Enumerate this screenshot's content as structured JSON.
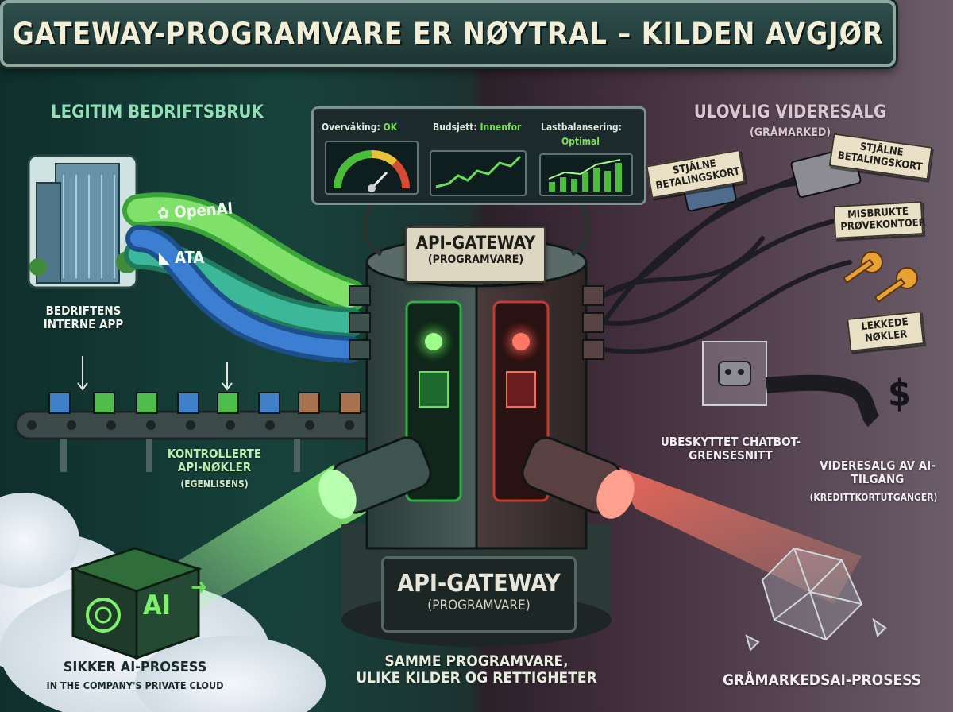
{
  "title": "GATEWAY-PROGRAMVARE ER NØYTRAL – KILDEN AVGJØR",
  "left": {
    "heading": "LEGITIM BEDRIFTSBRUK",
    "building_label": "BEDRIFTENS INTERNE APP",
    "provider_1": "OpenAI",
    "provider_2": "ATA",
    "conveyor_label": "KONTROLLERTE API-NØKLER",
    "conveyor_sub": "(EGENLISENS)",
    "cube_text": "AI",
    "process_label": "SIKKER AI-PROSESS",
    "process_sub": "IN THE COMPANY'S PRIVATE CLOUD"
  },
  "dashboard": {
    "monitor_label": "Overvåking:",
    "monitor_value": "OK",
    "budget_label": "Budsjett:",
    "budget_value": "Innenfor",
    "lb_label": "Lastbalansering:",
    "lb_value": "Optimal"
  },
  "center": {
    "top_plaque_title": "API-GATEWAY",
    "top_plaque_sub": "(PROGRAMVARE)",
    "bottom_plaque_title": "API-GATEWAY",
    "bottom_plaque_sub": "(PROGRAMVARE)",
    "caption_line1": "SAMME PROGRAMVARE,",
    "caption_line2": "ULIKE KILDER OG RETTIGHETER"
  },
  "right": {
    "heading": "ULOVLIG VIDERESALG",
    "heading_sub": "(GRÅMARKED)",
    "tag_cards_1": "STJÅLNE BETALINGSKORT",
    "tag_cards_2": "STJÅLNE BETALINGSKORT",
    "tag_trials": "MISBRUKTE PRØVEKONTOER",
    "tag_keys": "LEKKEDE NØKLER",
    "chatbot_label": "UBESKYTTET CHATBOT-GRENSESNITT",
    "resale_label": "VIDERESALG AV AI-TILGANG",
    "resale_sub": "(KREDITTKORTUTGANGER)",
    "dollar": "$",
    "process_label": "GRÅMARKEDSAI-PROSESS"
  },
  "colors": {
    "legit_green": "#54d13a",
    "illicit_red": "#e0453a",
    "left_bg": "#17423b",
    "right_bg": "#4b3644"
  }
}
